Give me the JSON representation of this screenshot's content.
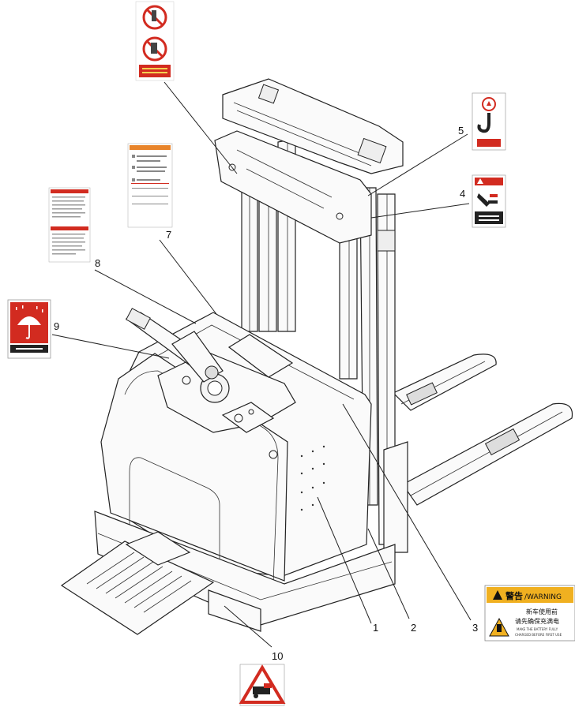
{
  "callouts": [
    {
      "id": "1",
      "label": "1"
    },
    {
      "id": "2",
      "label": "2"
    },
    {
      "id": "3",
      "label": "3"
    },
    {
      "id": "4",
      "label": "4"
    },
    {
      "id": "5",
      "label": "5"
    },
    {
      "id": "7",
      "label": "7"
    },
    {
      "id": "8",
      "label": "8"
    },
    {
      "id": "9",
      "label": "9"
    },
    {
      "id": "10",
      "label": "10"
    }
  ],
  "warning_label": {
    "title_cn": "警告",
    "title_en": "/WARNING",
    "line1": "新车使用前",
    "line2": "请先确保充满电",
    "line3": "MAKE THE BATTERY FULLY",
    "line4": "CHARGED BEFORE FIRST USE"
  },
  "colors": {
    "warning_red": "#d22b20",
    "caution_orange": "#e8842a",
    "warning_yellow": "#f0b020",
    "ink": "#222222"
  }
}
